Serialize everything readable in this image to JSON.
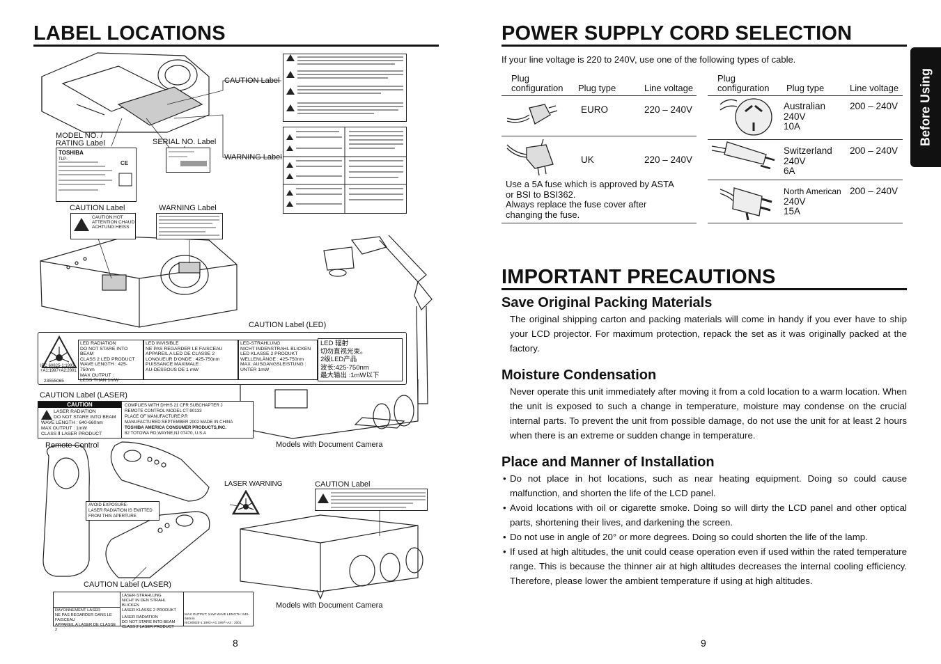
{
  "left": {
    "title": "LABEL LOCATIONS",
    "captions": {
      "caution_label": "CAUTION Label",
      "model_no_line1": "MODEL NO. /",
      "model_no_line2": "RATING Label",
      "serial_no": "SERIAL NO. Label",
      "warning_label": "WARNING Label",
      "caution_label_2": "CAUTION Label",
      "warning_label_2": "WARNING Label",
      "caution_led": "CAUTION Label (LED)",
      "caution_laser": "CAUTION Label (LASER)",
      "remote_control": "Remote Control",
      "models_doc_cam_1": "Models with Document Camera",
      "laser_warning": "LASER WARNING",
      "caution_label_3": "CAUTION Label",
      "caution_laser_2": "CAUTION Label (LASER)",
      "models_doc_cam_2": "Models with Document Camera"
    },
    "led_label": {
      "code": "23555065",
      "iec": "IEC 60825-1:1993\n+A1:1997+A2:2001",
      "col1": [
        "LED RADIATION",
        "DO NOT STARE INTO BEAM",
        "CLASS 2 LED PRODUCT",
        "WAVE LENGTH : 425-750nm",
        "MAX OUTPUT :",
        "LESS THAN 1mW"
      ],
      "col2": [
        "LED INVISIBLE",
        "NE PAS REGARDER LE FAISCEAU",
        "APPAREIL A LED DE CLASSE 2",
        "LONGUEUR D'ONDE : 425-750nm",
        "PUISSANCE MAXIMALE :",
        "AU-DESSOUS DE 1 mW"
      ],
      "col3": [
        "LED-STRAHLUNG",
        "NICHT INDENSTRAHL BLICKEN",
        "LED KLASSE 2 PRODUKT",
        "WELLENLÄNGE : 425-750nm",
        "MAX. AUSGANGSLEISTUNG :",
        "UNTER 1mW"
      ],
      "col4": [
        "LED 辐射",
        "切勿直视光束。",
        "2级LED产品",
        "波长:425-750nm",
        "最大输出 :1mW以下"
      ]
    },
    "laser_label": {
      "head": "CAUTION",
      "left": [
        "LASER RADIATION",
        "DO NOT STARE INTO BEAM",
        "WAVE LENGTH : 640-660nm",
        "MAX OUTPUT : 1mW",
        "CLASS Ⅱ LASER PRODUCT"
      ],
      "right": [
        "COMPLIES WITH DHHS 21 CFR SUBCHAPTER J",
        "REMOTE CONTROL MODEL CT-90133",
        "PLACE OF MANUFACTURE:P.R",
        "MANUFACTURED:SEPTEMBER 2002 MADE IN CHINA",
        "TOSHIBA AMERICA CONSUMER PRODUCTS,INC.",
        "82 TOTOWA RD,WAYNE,NJ 07470, U.S.A"
      ]
    },
    "remote_sticker": [
      "AVOID EXPOSURE-",
      "LASER RADIATION IS EMITTED",
      "FROM THIS APERTURE"
    ],
    "bottom_label": {
      "c1": [
        "RAYONNEMENT LASER",
        "NE PAS REGARDER DANS LE FAISCEAU",
        "APPAREIL A LASER DE CLASSE 2"
      ],
      "c2": [
        "LASER-STRAHLUNG",
        "NICHT IN DEN STRAHL BLICKEN",
        "LASER KLASSE 2 PRODUKT",
        "LASER RADIATION",
        "DO NOT STARE INTO BEAM",
        "CLASS 2 LASER PRODUCT"
      ],
      "c3": [
        "MAX OUTPUT: 1mW WAVE LENGTH: 640-660nm",
        "IEC60825-1:1993+A1:1997+A2 : 2001"
      ]
    },
    "caution_small": [
      "CAUTION:HOT",
      "ATTENTION:CHAUD",
      "ACHTUNG:HEISS"
    ],
    "rating_brand": "TOSHIBA",
    "rating_model": "TLP-",
    "page_number": "8"
  },
  "right": {
    "power": {
      "title": "POWER SUPPLY CORD SELECTION",
      "intro": "If your line voltage is 220 to 240V, use one of the following types of cable.",
      "headers": {
        "plug_l1": "Plug",
        "plug_l2": "configuration",
        "type": "Plug type",
        "voltage": "Line voltage"
      },
      "left_rows": [
        {
          "type": "EURO",
          "voltage": "220 – 240V"
        },
        {
          "type": "UK",
          "voltage": "220 – 240V"
        }
      ],
      "uk_note": [
        "Use a 5A fuse which is approved by ASTA",
        "or BSI to BSI362.",
        "Always replace the fuse cover after",
        "changing the fuse."
      ],
      "right_rows": [
        {
          "type": [
            "Australian",
            "240V",
            "10A"
          ],
          "voltage": "200 – 240V"
        },
        {
          "type": [
            "Switzerland",
            "240V",
            "6A"
          ],
          "voltage": "200 – 240V"
        },
        {
          "type": [
            "North American",
            "240V",
            "15A"
          ],
          "voltage": "200 – 240V"
        }
      ]
    },
    "precautions": {
      "title": "IMPORTANT PRECAUTIONS",
      "s1_title": "Save Original Packing Materials",
      "s1_text": "The original shipping carton and packing materials will come in handy if you ever have to ship your LCD projector. For maximum protection, repack the set as it was originally packed at the factory.",
      "s2_title": "Moisture Condensation",
      "s2_text": "Never operate this unit immediately after moving it from a cold location to a warm location. When the unit is exposed to such a change in temperature, moisture may condense on the crucial internal parts. To prevent the unit from possible damage, do not use the unit for at least 2 hours when there is an extreme or sudden change in temperature.",
      "s3_title": "Place and Manner of Installation",
      "bullets": [
        "Do not place in hot locations, such as near heating equipment.  Doing so could cause malfunction, and shorten the life of the LCD panel.",
        "Avoid locations with oil or cigarette smoke.  Doing so will dirty the LCD panel and other optical parts, shortening their lives, and darkening the screen.",
        "Do not use in angle of 20° or more degrees.  Doing so could shorten the life of the lamp.",
        "If used at high altitudes, the unit could cease operation even if used within the rated temperature range.  This is because the thinner air at high altitudes decreases the internal cooling efficiency.  Therefore, please lower the ambient temperature if using at high altitudes."
      ]
    },
    "side_tab": "Before Using",
    "page_number": "9"
  }
}
